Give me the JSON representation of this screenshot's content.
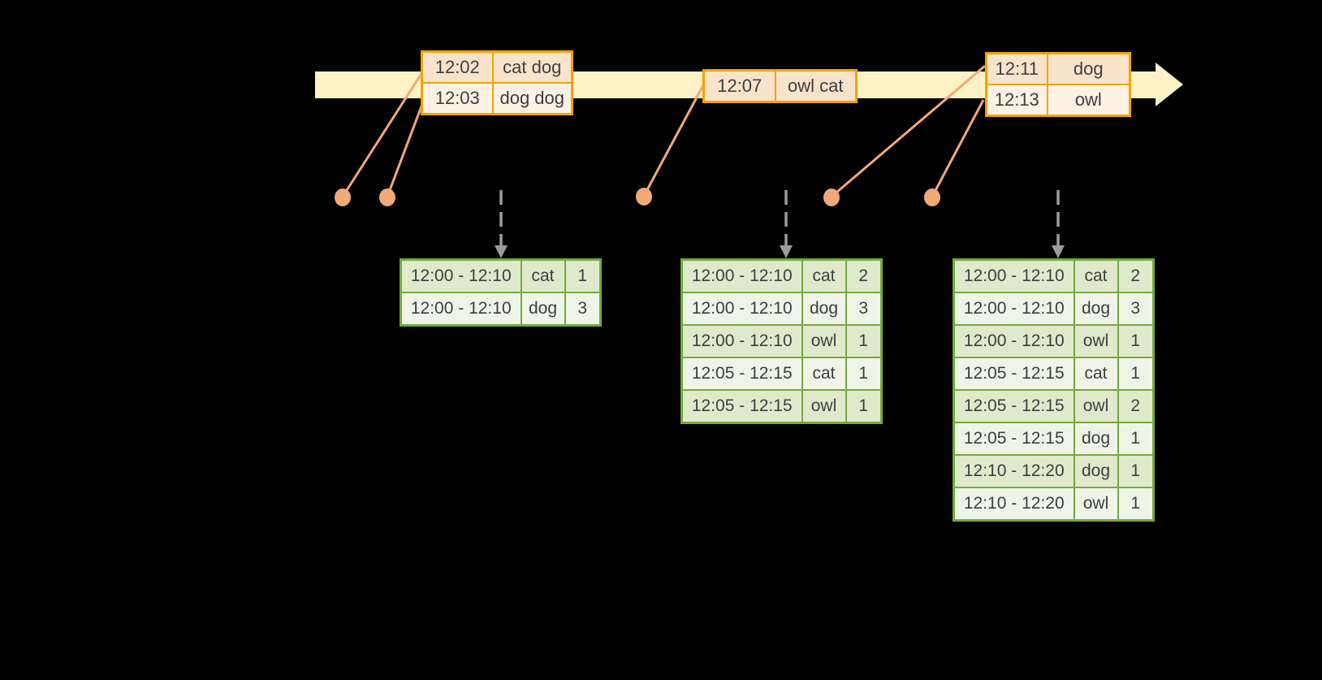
{
  "colors": {
    "background": "#000000",
    "timeline_fill": "#fdf2c6",
    "event_table_border": "#f0a400",
    "event_row_dark": "#fae3cb",
    "event_row_light": "#fdf2e3",
    "event_marker": "#f2a878",
    "trigger_arrow": "#9b9b9b",
    "result_table_border": "#74aa3c",
    "result_row_dark": "#dfeacd",
    "result_row_light": "#eff4e8",
    "text": "#3e3e3e"
  },
  "icons": {
    "timeline_arrow": "right-arrow-band",
    "event_marker": "event-dot",
    "trigger_arrow": "dashed-down-arrow"
  },
  "event_tables": [
    {
      "rows": [
        {
          "time": "12:02",
          "words": "cat dog"
        },
        {
          "time": "12:03",
          "words": "dog dog"
        }
      ]
    },
    {
      "rows": [
        {
          "time": "12:07",
          "words": "owl cat"
        }
      ]
    },
    {
      "rows": [
        {
          "time": "12:11",
          "words": "dog"
        },
        {
          "time": "12:13",
          "words": "owl"
        }
      ]
    }
  ],
  "result_tables": [
    {
      "rows": [
        {
          "window": "12:00 - 12:10",
          "word": "cat",
          "count": "1"
        },
        {
          "window": "12:00 - 12:10",
          "word": "dog",
          "count": "3"
        }
      ]
    },
    {
      "rows": [
        {
          "window": "12:00 - 12:10",
          "word": "cat",
          "count": "2"
        },
        {
          "window": "12:00 - 12:10",
          "word": "dog",
          "count": "3"
        },
        {
          "window": "12:00 - 12:10",
          "word": "owl",
          "count": "1"
        },
        {
          "window": "12:05 - 12:15",
          "word": "cat",
          "count": "1"
        },
        {
          "window": "12:05 - 12:15",
          "word": "owl",
          "count": "1"
        }
      ]
    },
    {
      "rows": [
        {
          "window": "12:00 - 12:10",
          "word": "cat",
          "count": "2"
        },
        {
          "window": "12:00 - 12:10",
          "word": "dog",
          "count": "3"
        },
        {
          "window": "12:00 - 12:10",
          "word": "owl",
          "count": "1"
        },
        {
          "window": "12:05 - 12:15",
          "word": "cat",
          "count": "1"
        },
        {
          "window": "12:05 - 12:15",
          "word": "owl",
          "count": "2"
        },
        {
          "window": "12:05 - 12:15",
          "word": "dog",
          "count": "1"
        },
        {
          "window": "12:10 - 12:20",
          "word": "dog",
          "count": "1"
        },
        {
          "window": "12:10 - 12:20",
          "word": "owl",
          "count": "1"
        }
      ]
    }
  ]
}
